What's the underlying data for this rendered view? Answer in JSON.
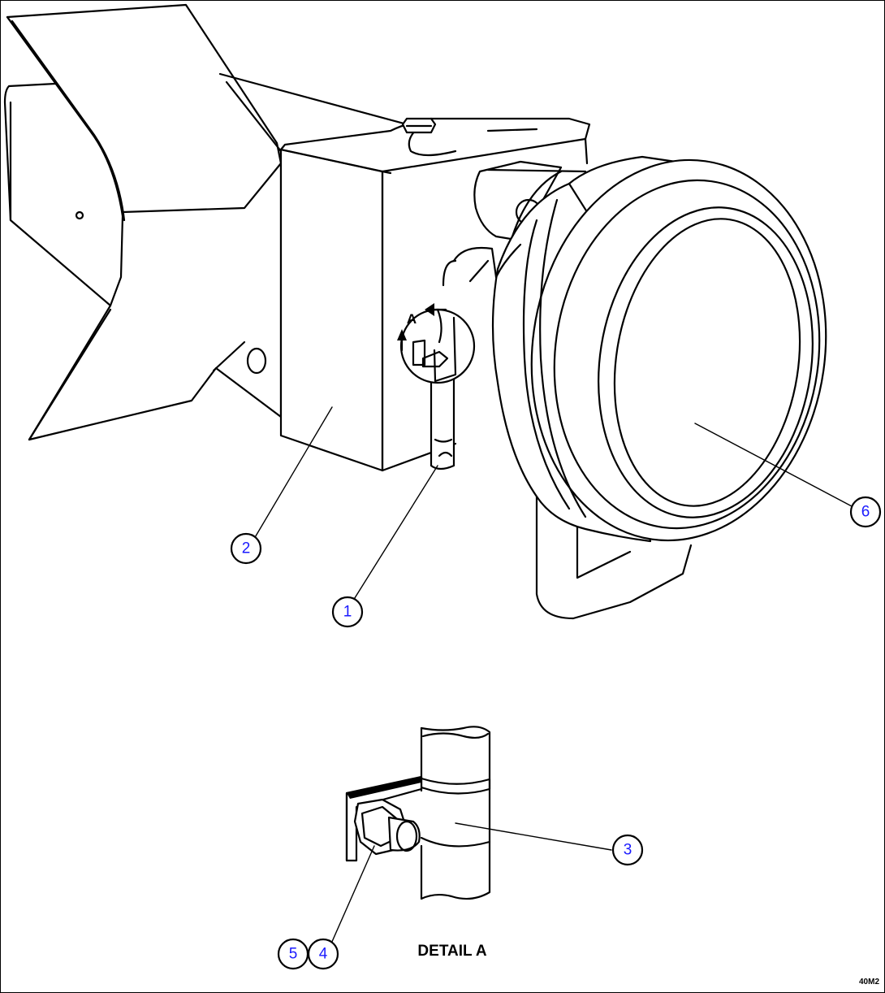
{
  "diagram": {
    "callouts": [
      "1",
      "2",
      "3",
      "4",
      "5",
      "6"
    ],
    "view_marker": "A",
    "detail_caption": "DETAIL A",
    "drawing_id": "40M2"
  }
}
